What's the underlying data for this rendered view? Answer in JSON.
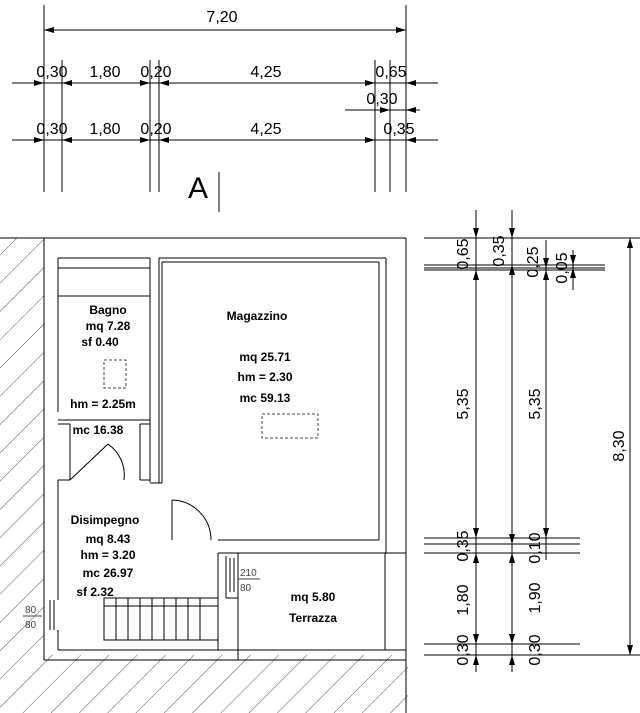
{
  "top_dims": {
    "overall": "7,20",
    "row1": [
      "0,30",
      "1,80",
      "0,20",
      "4,25",
      "0,65"
    ],
    "row2_mid": "0,30",
    "row3": [
      "0,30",
      "1,80",
      "0,20",
      "4,25",
      "0,35"
    ]
  },
  "section_label": "A",
  "rooms": {
    "bagno": {
      "name": "Bagno",
      "mq": "mq 7.28",
      "sf": "sf 0.40",
      "hm": "hm = 2.25m",
      "mc": "mc 16.38"
    },
    "magazzino": {
      "name": "Magazzino",
      "mq": "mq 25.71",
      "hm": "hm = 2.30",
      "mc": "mc 59.13"
    },
    "disimpegno": {
      "name": "Disimpegno",
      "mq": "mq 8.43",
      "hm": "hm = 3.20",
      "mc": "mc 26.97",
      "sf": "sf 2.32"
    },
    "terrazza": {
      "mq": "mq 5.80",
      "name": "Terrazza"
    }
  },
  "openings": {
    "window_right_top": "210",
    "window_right_bottom": "80",
    "window_left_top": "80",
    "window_left_bottom": "80"
  },
  "right_dims": {
    "col1": [
      "0,65",
      "5,35",
      "0,35",
      "1,80",
      "0,30"
    ],
    "col2": [
      "0,35",
      "5,35",
      "0,10",
      "1,90",
      "0,30"
    ],
    "col3_top": "0,25",
    "col4_top": "0,05",
    "overall": "8,30"
  }
}
